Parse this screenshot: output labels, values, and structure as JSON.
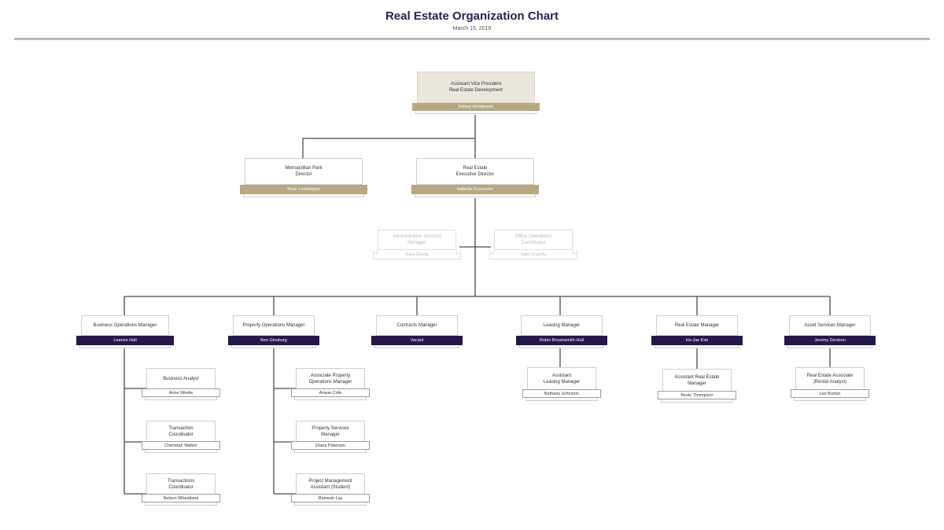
{
  "header": {
    "title": "Real Estate Organization Chart",
    "subtitle": "March 15, 2019"
  },
  "nodes": {
    "avp": {
      "line1": "Assistant Vice President",
      "line2": "Real Estate Development",
      "name": "Kelsey Henderson"
    },
    "metro": {
      "line1": "Metropolitan Park",
      "line2": "Director",
      "name": "Ryan Lennington"
    },
    "red": {
      "line1": "Real Estate",
      "line2": "Executive Director",
      "name": "Isabella Grosvenor"
    },
    "asst1": {
      "line1": "Administrative Services",
      "line2": "Manager",
      "name": "Sara Chung"
    },
    "asst2": {
      "line1": "Office Operations",
      "line2": "Coordinator",
      "name": "Sam Chandy"
    },
    "m1": {
      "title": "Business Operations Manager",
      "name": "Leanne Hall"
    },
    "m2": {
      "title": "Property Operations Manager",
      "name": "Ben Ginsburg"
    },
    "m3": {
      "title": "Contracts Manager",
      "name": "Vacant"
    },
    "m4": {
      "title": "Leasing Manager",
      "name": "Robin Brownsmith-Hull"
    },
    "m5": {
      "title": "Real Estate Manager",
      "name": "Ho-Jae Kim"
    },
    "m6": {
      "title": "Asset Services Manager",
      "name": "Jeremy Denison"
    },
    "s1a": {
      "line1": "Business Analyst",
      "line2": "",
      "name": "Anne Wrede"
    },
    "s1b": {
      "line1": "Transaction",
      "line2": "Coordinator",
      "name": "Cheristan Walker"
    },
    "s1c": {
      "line1": "Transactions",
      "line2": "Coordinator",
      "name": "Nelson Wheatland"
    },
    "s2a": {
      "line1": "Associate Property",
      "line2": "Operations Manager",
      "name": "Anwar Cole"
    },
    "s2b": {
      "line1": "Property Services",
      "line2": "Manager",
      "name": "Diana Petersen"
    },
    "s2c": {
      "line1": "Project Management",
      "line2": "Assistant (Student)",
      "name": "Ramesh Lay"
    },
    "s4a": {
      "line1": "Assistant",
      "line2": "Leasing Manager",
      "name": "Bethany Johnston"
    },
    "s5a": {
      "line1": "Assistant Real Estate",
      "line2": "Manager",
      "name": "Kirsty Thompson"
    },
    "s6a": {
      "line1": "Real Estate Associate",
      "line2": "(Rental Analyst)",
      "name": "Leo Burton"
    }
  }
}
